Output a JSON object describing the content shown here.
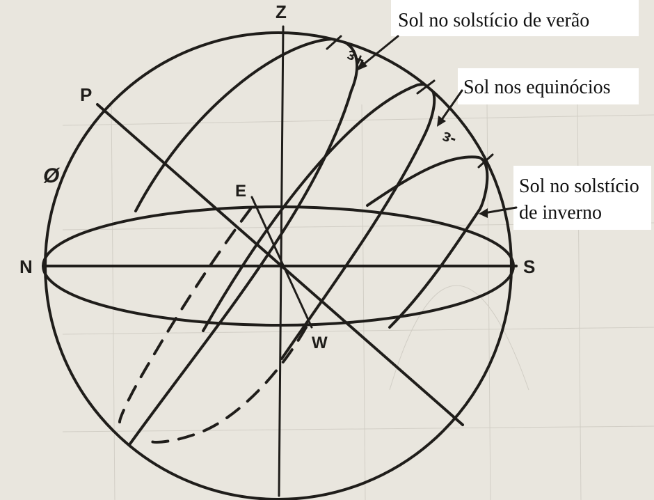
{
  "diagram": {
    "points": {
      "zenith": "Z",
      "pole": "P",
      "north": "N",
      "south": "S",
      "east": "E",
      "west": "W",
      "latitude": "Ø"
    },
    "angles": {
      "plus_epsilon": "+ε",
      "minus_epsilon": "-ε"
    },
    "captions": {
      "summer_solstice": "Sol no solstício de verão",
      "equinoxes": "Sol nos equinócios",
      "winter_solstice_line1": "Sol no solstício",
      "winter_solstice_line2": "de inverno"
    },
    "colors": {
      "ink": "#1f1d1a",
      "paper": "#e9e6de",
      "caption_background": "#ffffff"
    }
  }
}
